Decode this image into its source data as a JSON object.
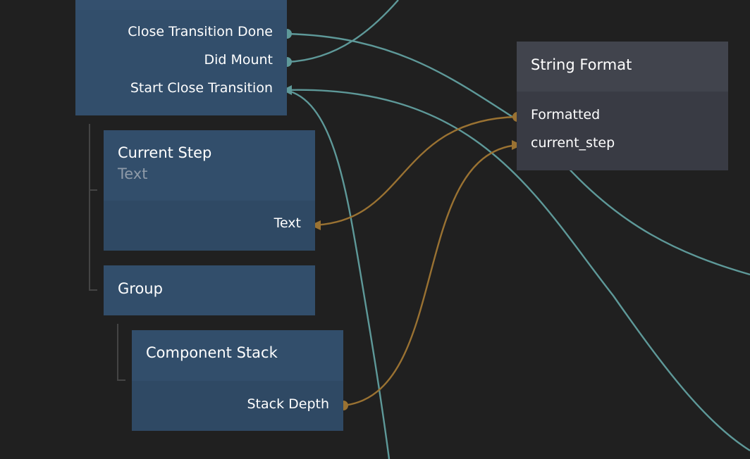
{
  "nodes": {
    "top_component": {
      "ports": {
        "close_transition_done": "Close Transition Done",
        "did_mount": "Did Mount",
        "start_close_transition": "Start Close Transition"
      }
    },
    "current_step": {
      "title": "Current Step",
      "subtitle": "Text",
      "ports": {
        "text": "Text"
      }
    },
    "group": {
      "title": "Group"
    },
    "component_stack": {
      "title": "Component Stack",
      "ports": {
        "stack_depth": "Stack Depth"
      }
    },
    "string_format": {
      "title": "String Format",
      "ports": {
        "formatted": "Formatted",
        "current_step": "current_step"
      }
    }
  },
  "colors": {
    "canvas_background": "#202020",
    "visual_node": "#324e6b",
    "data_node": "#3a3c45",
    "signal_connection": "#5e9999",
    "data_connection": "#9a7232",
    "hierarchy_line": "#444444"
  }
}
